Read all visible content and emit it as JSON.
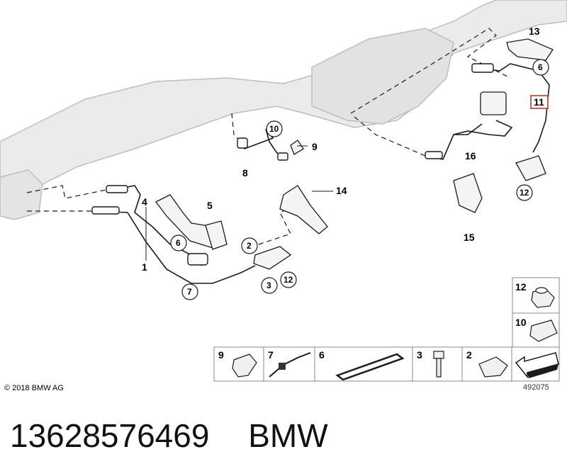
{
  "callouts": {
    "c1": "1",
    "c2": "2",
    "c3": "3",
    "c4": "4",
    "c5": "5",
    "c6a": "6",
    "c6b": "6",
    "c7": "7",
    "c8": "8",
    "c9": "9",
    "c10": "10",
    "c11": "11",
    "c12a": "12",
    "c12b": "12",
    "c13": "13",
    "c14": "14",
    "c15": "15",
    "c16": "16"
  },
  "legend": {
    "bottom_row": [
      "9",
      "7",
      "6",
      "3",
      "2"
    ],
    "side_column": [
      "12",
      "10"
    ]
  },
  "highlighted_part": "11",
  "colors": {
    "highlight": "#c0392b",
    "line": "#1a1a1a",
    "muffler": "#e8e8e8"
  },
  "copyright": "© 2018 BMW AG",
  "diagram_id": "492075",
  "caption": {
    "part_number": "13628576469",
    "brand": "BMW"
  }
}
